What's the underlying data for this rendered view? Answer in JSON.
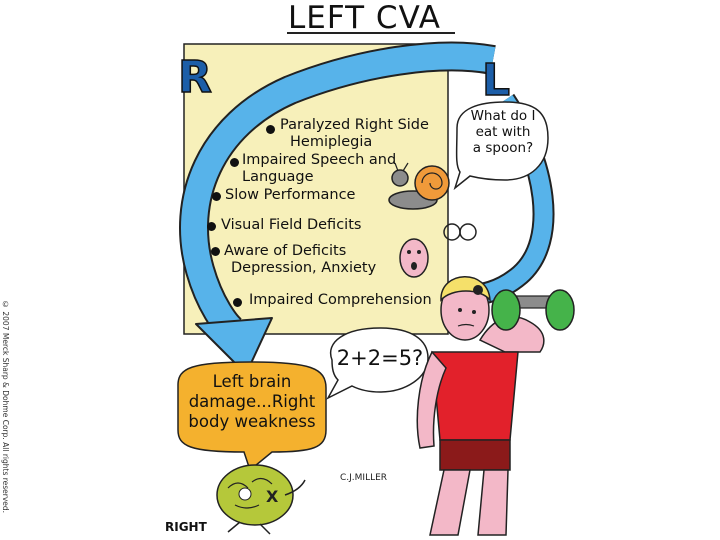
{
  "title": "LEFT CVA",
  "side_labels": {
    "right": "R",
    "left": "L"
  },
  "deficits": [
    {
      "lines": [
        "Paralyzed Right Side",
        "Hemiplegia"
      ]
    },
    {
      "lines": [
        "Impaired Speech and",
        "Language"
      ]
    },
    {
      "lines": [
        "Slow Performance"
      ]
    },
    {
      "lines": [
        "Visual Field Deficits"
      ]
    },
    {
      "lines": [
        "Aware of Deficits",
        "Depression, Anxiety"
      ]
    },
    {
      "lines": [
        "Impaired Comprehension"
      ]
    }
  ],
  "speech_bubbles": {
    "spoon": [
      "What do I",
      "eat with",
      "a spoon?"
    ],
    "math": "2+2=5?",
    "caption": [
      "Left brain",
      "damage...Right",
      "body weakness"
    ]
  },
  "signature": "C.J.MILLER",
  "right_label": "RIGHT",
  "copyright": "© 2007 Merck Sharp & Dohme Corp. All rights reserved.",
  "colors": {
    "panel": "#f7f0ba",
    "arrow": "#57b3ea",
    "caption_bubble": "#f4b12e",
    "shirt": "#e2212b",
    "shorts": "#8b1a1a",
    "skin": "#f3b8c8",
    "hair": "#f5e06a",
    "dumbbell": "#45b34a",
    "brain": "#b5c83a",
    "snail_shell": "#f09a3a"
  }
}
